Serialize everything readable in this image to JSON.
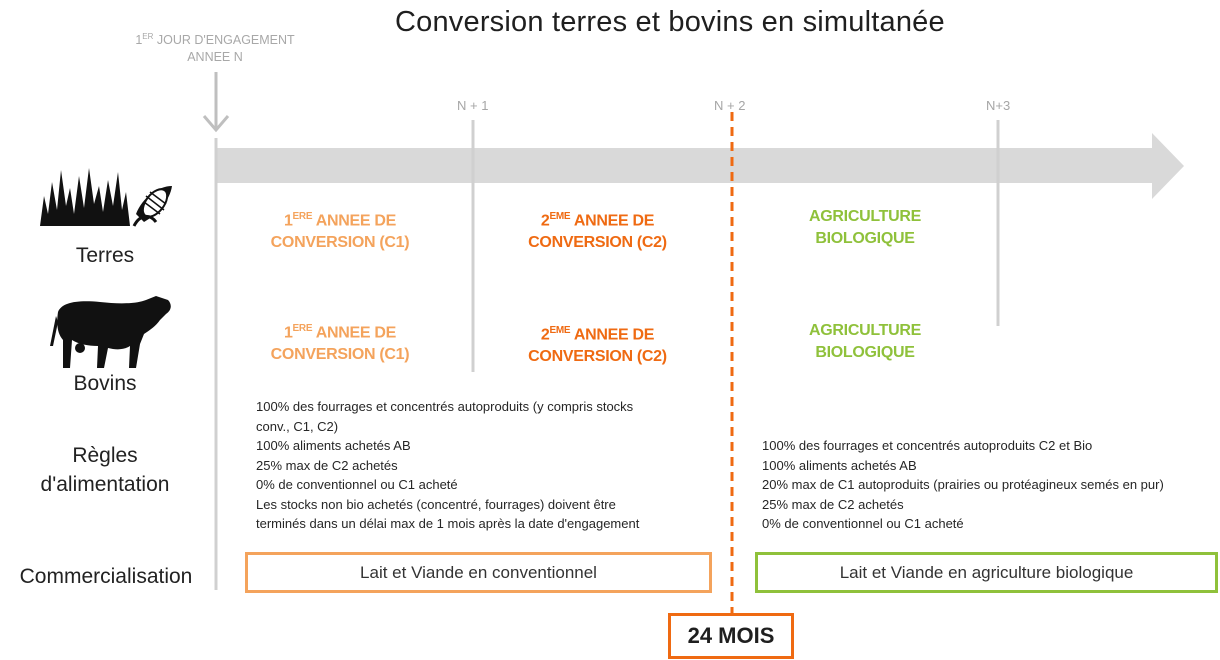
{
  "title": "Conversion terres et bovins en simultanée",
  "start_note": {
    "line1_prefix": "1",
    "line1_sup": "ER",
    "line1_rest": " JOUR D'ENGAGEMENT",
    "line2": "ANNEE N"
  },
  "ticks": [
    "N + 1",
    "N + 2",
    "N+3"
  ],
  "rows": {
    "terres": "Terres",
    "bovins": "Bovins",
    "regles_line1": "Règles",
    "regles_line2": "d'alimentation",
    "commercialisation": "Commercialisation"
  },
  "phases": {
    "c1_num": "1",
    "c1_sup": "ERE",
    "c1_rest": " ANNEE DE",
    "c1_line2": "CONVERSION (C1)",
    "c2_num": "2",
    "c2_sup": "EME",
    "c2_rest": " ANNEE DE",
    "c2_line2": "CONVERSION (C2)",
    "bio_line1": "AGRICULTURE",
    "bio_line2": "BIOLOGIQUE"
  },
  "rules_conversion": [
    "100% des fourrages et concentrés autoproduits (y compris stocks",
    "conv., C1, C2)",
    "100% aliments achetés AB",
    "25% max de C2 achetés",
    "0% de conventionnel ou C1 acheté",
    "Les stocks non bio achetés (concentré, fourrages) doivent être",
    "terminés dans un délai max de 1 mois après la date d'engagement"
  ],
  "rules_bio": [
    "100% des fourrages et concentrés autoproduits C2 et Bio",
    "100% aliments achetés AB",
    "20% max de C1 autoproduits (prairies ou protéagineux semés en pur)",
    "25% max de C2 achetés",
    "0% de conventionnel ou C1 acheté"
  ],
  "commercialisation": {
    "conventionnel": "Lait et Viande en conventionnel",
    "bio": "Lait et Viande en agriculture biologique"
  },
  "duration_label": "24 MOIS",
  "colors": {
    "c1": "#f4a35c",
    "c2": "#ef6a12",
    "bio": "#8fc13b",
    "arrow": "#d9d9d9",
    "gridline": "#d0d0d0"
  },
  "icons": [
    "down-arrow-icon",
    "grass-icon",
    "corn-icon",
    "cow-icon"
  ]
}
